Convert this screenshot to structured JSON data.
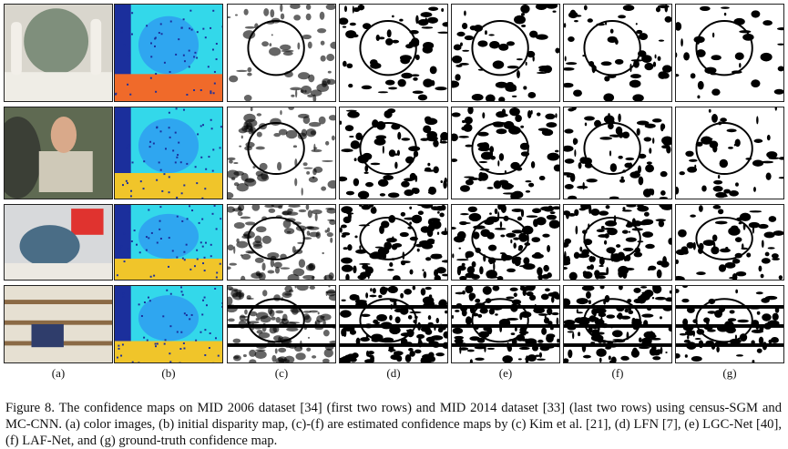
{
  "figure": {
    "panel_labels": [
      "(a)",
      "(b)",
      "(c)",
      "(d)",
      "(e)",
      "(f)",
      "(g)"
    ],
    "panel_kinds": [
      "color",
      "disparity",
      "confidence",
      "confidence",
      "confidence",
      "confidence",
      "confidence"
    ],
    "row_count": 4,
    "caption": "Figure 8. The confidence maps on MID 2006 dataset [34] (first two rows) and MID 2014 dataset [33] (last two rows) using census-SGM and MC-CNN. (a) color images, (b) initial disparity map, (c)-(f) are estimated confidence maps by (c) Kim et al. [21], (d) LFN [7], (e) LGC-Net [40], (f) LAF-Net, and (g) ground-truth confidence map."
  },
  "colors": {
    "ink": "#111111",
    "confidence_high": "#ffffff",
    "confidence_low": "#000000",
    "disparity_low": "#1b2f9c",
    "disparity_mid": "#33d8ea",
    "disparity_high": "#f0c52a"
  }
}
